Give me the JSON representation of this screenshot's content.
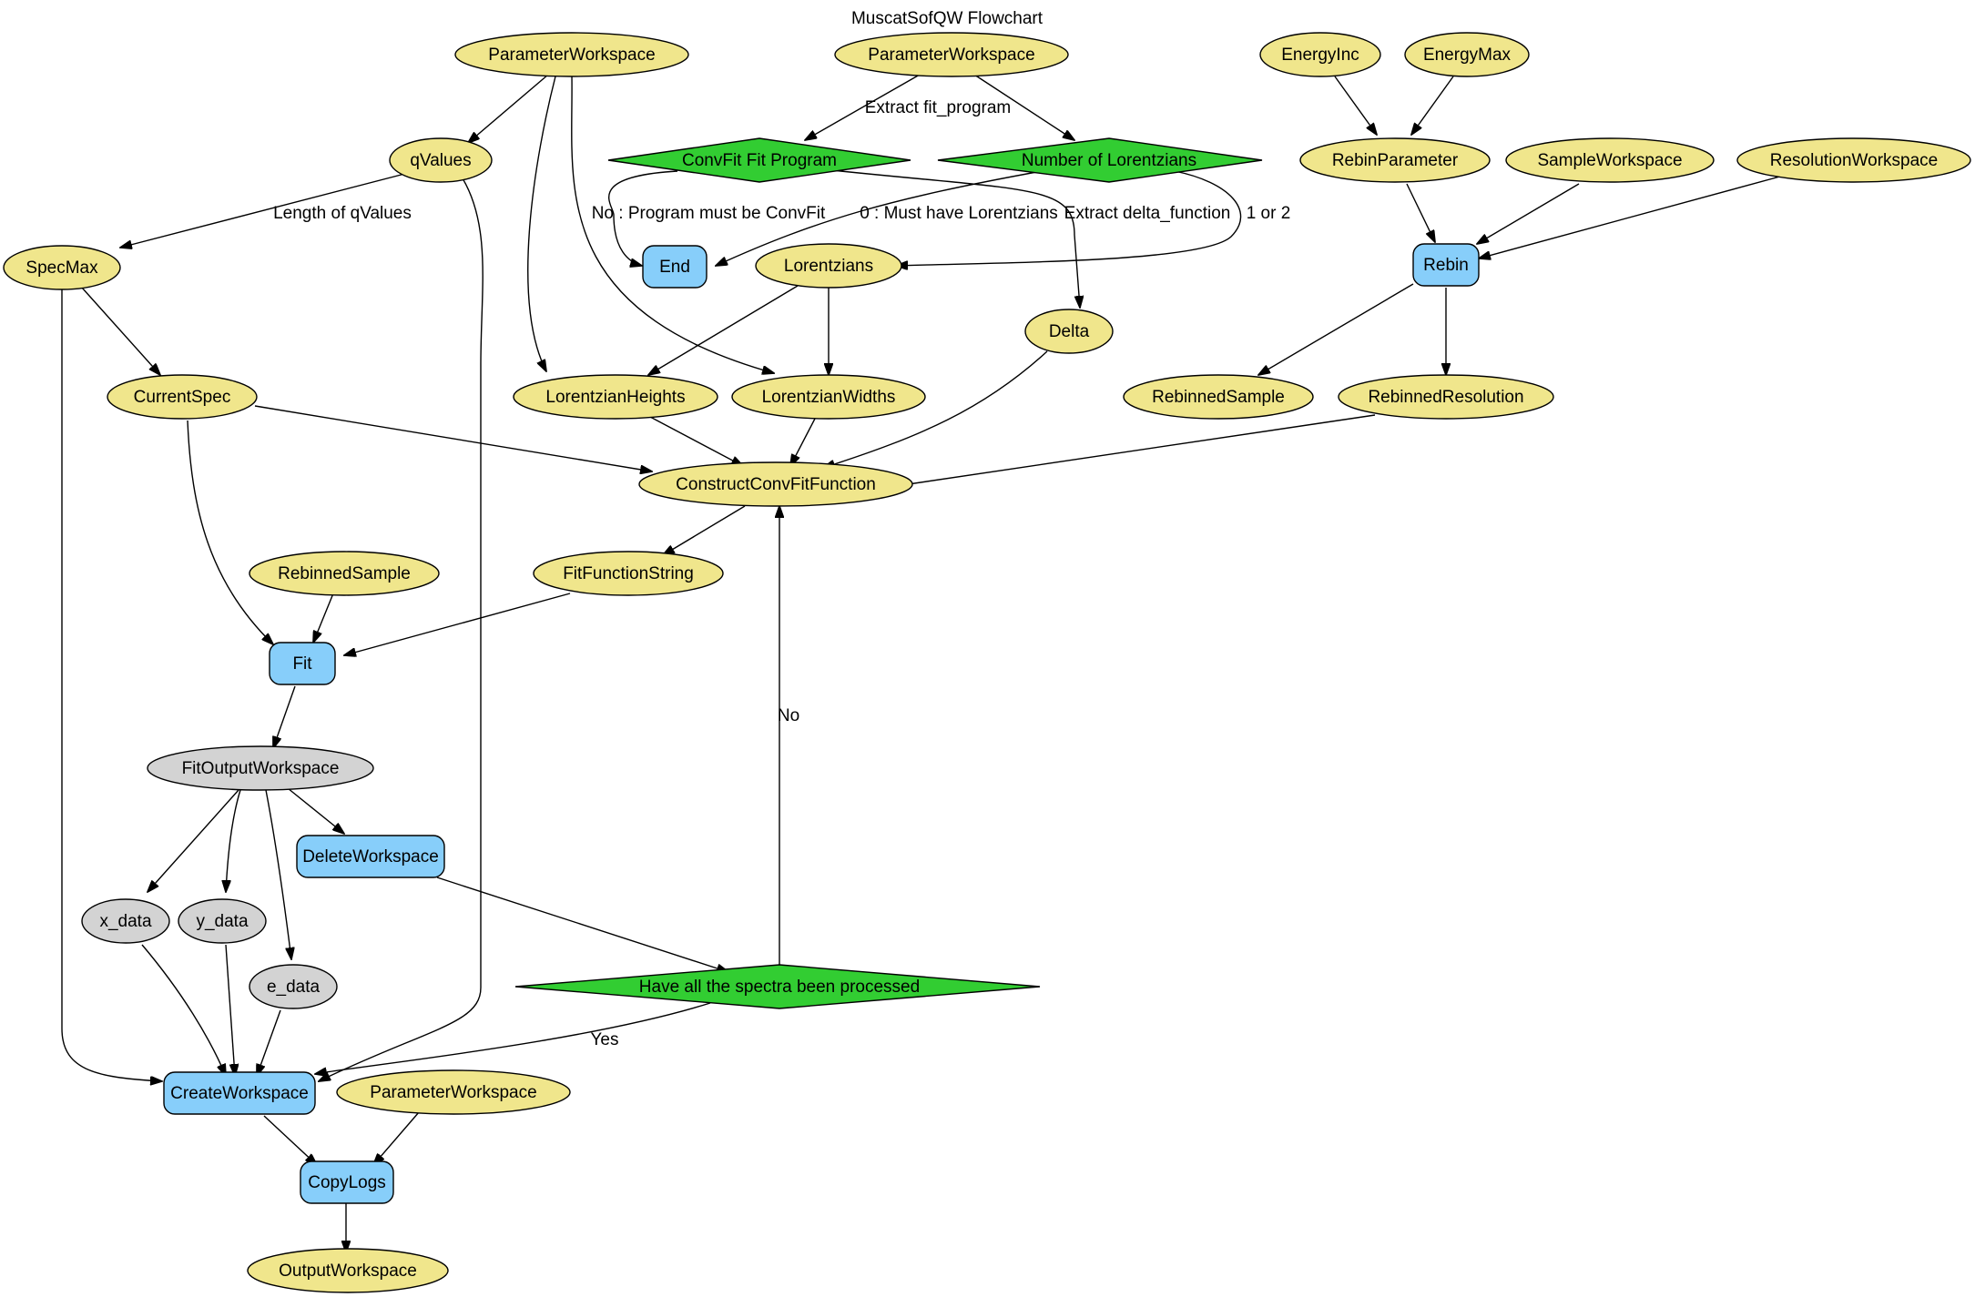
{
  "title": "MuscatSofQW Flowchart",
  "colors": {
    "property": "#f0e68c",
    "algorithm": "#87cefa",
    "decision": "#32cd32",
    "value": "#d3d3d3"
  },
  "nodes": {
    "pw1": "ParameterWorkspace",
    "pw2": "ParameterWorkspace",
    "energyinc": "EnergyInc",
    "energymax": "EnergyMax",
    "qvalues": "qValues",
    "convfit": "ConvFit Fit Program",
    "numlor": "Number of Lorentzians",
    "rebinparam": "RebinParameter",
    "samplews": "SampleWorkspace",
    "resws": "ResolutionWorkspace",
    "specmax": "SpecMax",
    "end": "End",
    "lorentzians": "Lorentzians",
    "rebin": "Rebin",
    "delta": "Delta",
    "currentspec": "CurrentSpec",
    "lorheights": "LorentzianHeights",
    "lorwidths": "LorentzianWidths",
    "rebinsample": "RebinnedSample",
    "rebinres": "RebinnedResolution",
    "construct": "ConstructConvFitFunction",
    "rebinsample2": "RebinnedSample",
    "fitfunc": "FitFunctionString",
    "fit": "Fit",
    "fitout": "FitOutputWorkspace",
    "deletews": "DeleteWorkspace",
    "xdata": "x_data",
    "ydata": "y_data",
    "edata": "e_data",
    "spectra": "Have all the spectra been processed",
    "createws": "CreateWorkspace",
    "pw3": "ParameterWorkspace",
    "copylogs": "CopyLogs",
    "outputws": "OutputWorkspace"
  },
  "edge_labels": {
    "extract_fit_program": "Extract fit_program",
    "length_qvalues": "Length of qValues",
    "no_program": "No : Program must be ConvFit",
    "zero_lorentzians": "0 : Must have Lorentzians",
    "extract_delta": "Extract delta_function",
    "one_or_two": "1 or 2",
    "no": "No",
    "yes": "Yes"
  }
}
